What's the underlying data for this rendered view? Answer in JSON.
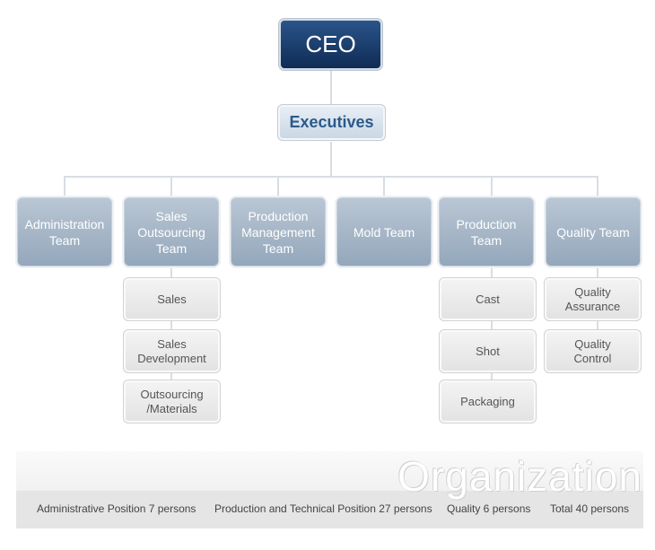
{
  "ceo": "CEO",
  "executives": "Executives",
  "teams": [
    "Administration Team",
    "Sales Outsourcing Team",
    "Production Management Team",
    "Mold Team",
    "Production Team",
    "Quality Team"
  ],
  "sales_subunits": [
    "Sales",
    "Sales Development",
    "Outsourcing /Materials"
  ],
  "production_subunits": [
    "Cast",
    "Shot",
    "Packaging"
  ],
  "quality_subunits": [
    "Quality Assurance",
    "Quality Control"
  ],
  "footer": {
    "title": "Organization",
    "stats": [
      "Administrative Position 7 persons",
      "Production and Technical Position 27 persons",
      "Quality 6 persons",
      "Total 40 persons"
    ]
  }
}
